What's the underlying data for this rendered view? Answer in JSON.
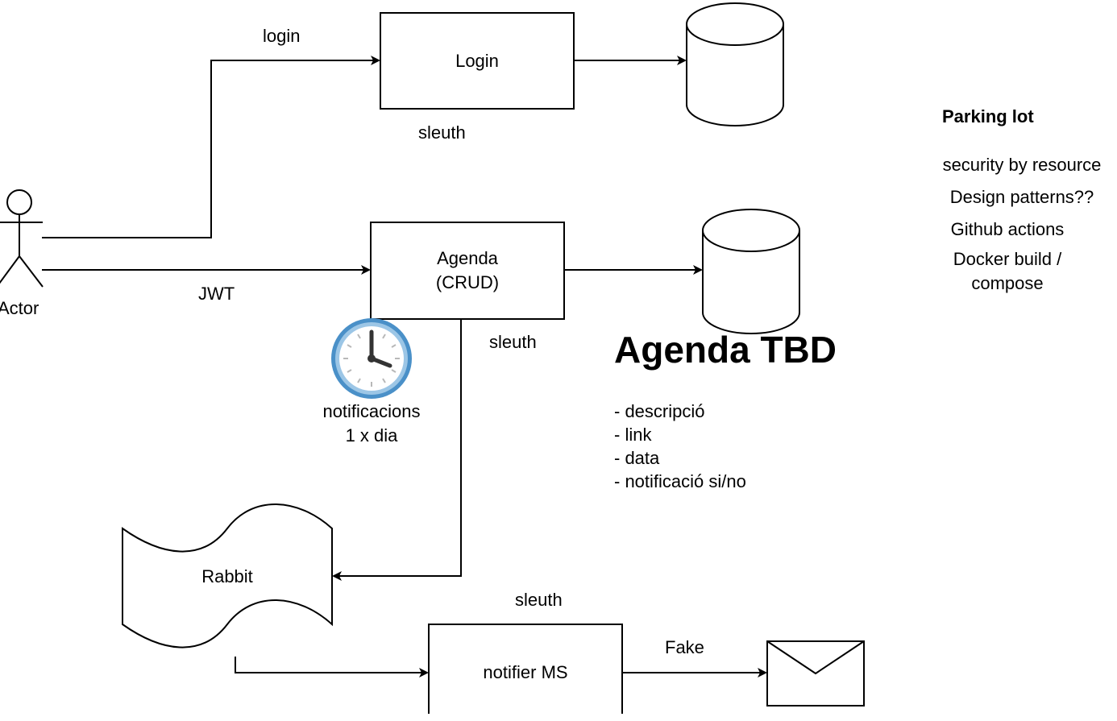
{
  "actor": {
    "label": "Actor"
  },
  "edges": {
    "login": "login",
    "jwt": "JWT",
    "fake": "Fake"
  },
  "boxes": {
    "login": "Login",
    "agenda_line1": "Agenda",
    "agenda_line2": "(CRUD)",
    "rabbit": "Rabbit",
    "notifier": "notifier MS"
  },
  "sleuth": {
    "login": "sleuth",
    "agenda": "sleuth",
    "notifier": "sleuth"
  },
  "clock": {
    "line1": "notificacions",
    "line2": "1 x dia",
    "icon": "clock-icon"
  },
  "agenda_tbd": {
    "title": "Agenda TBD",
    "fields": [
      "- descripció",
      "- link",
      "- data",
      "- notificació si/no"
    ]
  },
  "parking_lot": {
    "title": "Parking lot",
    "items": [
      "security by resource",
      "Design patterns??",
      "Github actions",
      "Docker build /",
      "compose"
    ]
  },
  "colors": {
    "stroke": "#000000",
    "clock_ring": "#4a90c8",
    "clock_ring_light": "#9cc6e6"
  }
}
